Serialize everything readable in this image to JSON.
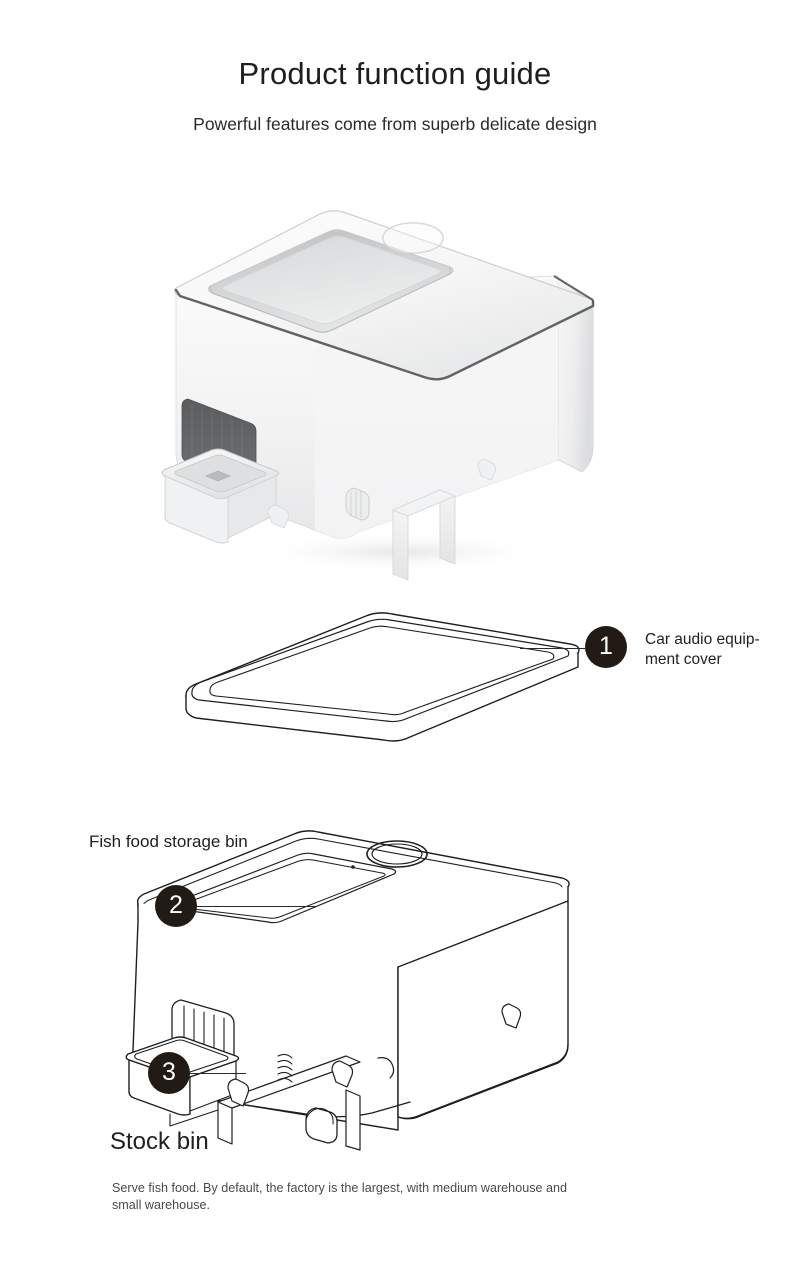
{
  "header": {
    "title": "Product function guide",
    "subtitle": "Powerful features come from superb delicate design"
  },
  "figures": {
    "hero": {
      "name": "automatic fish feeder product photo",
      "description": "White rectangular automatic aquarium fish feeder shown at an angle with open top cavity, round button on lid, front stock bin tray with dark grille and tank mounting bracket"
    },
    "lid": {
      "name": "car audio equipment cover line drawing",
      "description": "Line-art isometric view of the flat rounded rectangular lid slab"
    },
    "body": {
      "name": "feeder body line drawing",
      "description": "Line-art isometric view of the feeder body with storage bin opening, round button, stock bin tray, grille and mounting bracket with thumbscrew"
    }
  },
  "callouts": [
    {
      "number": "1",
      "label": "Car audio equip-\nment cover"
    },
    {
      "number": "2",
      "label": ""
    },
    {
      "number": "3",
      "label": ""
    }
  ],
  "labels": {
    "storage_bin": "Fish food storage bin",
    "stock_bin": "Stock bin"
  },
  "footer": {
    "note": "Serve fish food. By default, the factory is the largest, with medium warehouse and small warehouse."
  },
  "colors": {
    "background": "#ffffff",
    "badge": "#221a14",
    "badge_text": "#ffffff",
    "title_text": "#1e1e1e",
    "body_text": "#1f1f1f",
    "note_text": "#4a4a4a",
    "line_art": "#2a2a2a"
  }
}
